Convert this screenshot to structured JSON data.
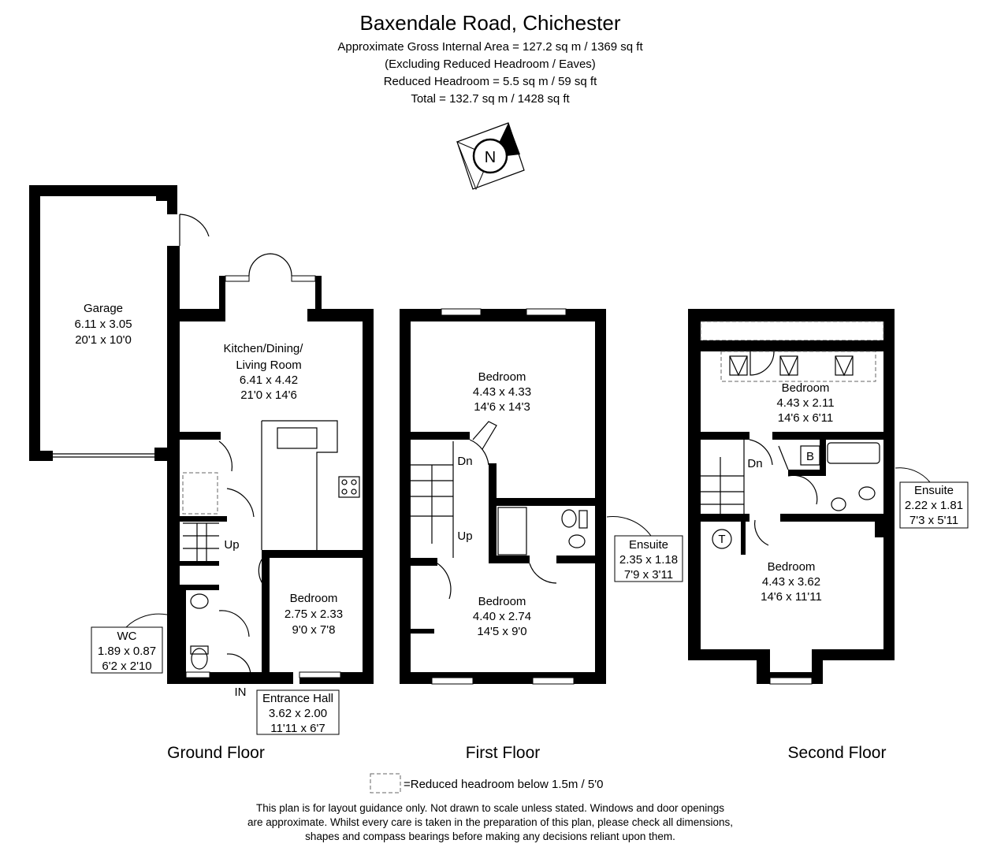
{
  "header": {
    "title": "Baxendale Road, Chichester",
    "area_gross": "Approximate Gross Internal Area = 127.2 sq m / 1369 sq ft",
    "area_note": "(Excluding Reduced Headroom / Eaves)",
    "area_reduced": "Reduced Headroom = 5.5 sq m / 59 sq ft",
    "area_total": "Total = 132.7 sq m / 1428 sq ft"
  },
  "compass": {
    "label": "N",
    "icon": "compass-icon"
  },
  "ground_floor": {
    "label": "Ground Floor",
    "garage": {
      "name": "Garage",
      "metric": "6.11 x 3.05",
      "imperial": "20'1 x 10'0"
    },
    "kitchen": {
      "name_1": "Kitchen/Dining/",
      "name_2": "Living Room",
      "metric": "6.41 x 4.42",
      "imperial": "21'0 x 14'6"
    },
    "bedroom": {
      "name": "Bedroom",
      "metric": "2.75 x 2.33",
      "imperial": "9'0 x 7'8"
    },
    "wc": {
      "name": "WC",
      "metric": "1.89 x 0.87",
      "imperial": "6'2 x 2'10"
    },
    "hall": {
      "name": "Entrance Hall",
      "metric": "3.62 x 2.00",
      "imperial": "11'11 x 6'7"
    },
    "stairs_up": "Up",
    "entrance": "IN"
  },
  "first_floor": {
    "label": "First Floor",
    "bedroom_1": {
      "name": "Bedroom",
      "metric": "4.43 x 4.33",
      "imperial": "14'6 x 14'3"
    },
    "bedroom_2": {
      "name": "Bedroom",
      "metric": "4.40 x 2.74",
      "imperial": "14'5 x 9'0"
    },
    "ensuite": {
      "name": "Ensuite",
      "metric": "2.35 x 1.18",
      "imperial": "7'9 x 3'11"
    },
    "stairs_down": "Dn",
    "stairs_up": "Up"
  },
  "second_floor": {
    "label": "Second Floor",
    "bedroom_1": {
      "name": "Bedroom",
      "metric": "4.43 x 2.11",
      "imperial": "14'6 x 6'11"
    },
    "bedroom_2": {
      "name": "Bedroom",
      "metric": "4.43 x 3.62",
      "imperial": "14'6 x 11'11"
    },
    "ensuite": {
      "name": "Ensuite",
      "metric": "2.22 x 1.81",
      "imperial": "7'3 x 5'11"
    },
    "stairs_down": "Dn",
    "boiler": "B",
    "tank": "T"
  },
  "legend": {
    "text": "=Reduced headroom below 1.5m / 5'0"
  },
  "disclaimer": {
    "line_1": "This plan is for layout guidance only. Not drawn to scale unless stated. Windows and door openings",
    "line_2": "are approximate. Whilst every care is taken in the preparation of this plan, please check all dimensions,",
    "line_3": "shapes and compass bearings before making any decisions reliant upon them."
  }
}
